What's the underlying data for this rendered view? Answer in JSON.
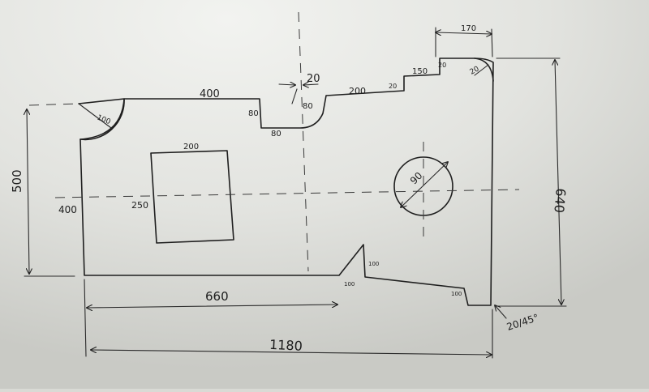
{
  "colors": {
    "board": "#d9dad5",
    "ink": "#1f1f1f"
  },
  "dimensions": {
    "top_edge": "400",
    "fillet_radius": "100",
    "left_notch_height": "80",
    "notch_width": "80",
    "gap": "20",
    "right_notch_height": "80",
    "step_200": "200",
    "step_height_a": "20",
    "step_150": "150",
    "step_height_b": "20",
    "top_right_width": "170",
    "corner_radius": "20",
    "rect_width": "200",
    "rect_height": "250",
    "hole_diameter": "90",
    "left_height": "400",
    "overall_height_left": "500",
    "overall_height_right": "640",
    "bottom_span": "660",
    "tooth_height": "100",
    "tooth_base": "100",
    "bottom_step": "100",
    "total_width": "1180",
    "chamfer": "20/45°"
  }
}
